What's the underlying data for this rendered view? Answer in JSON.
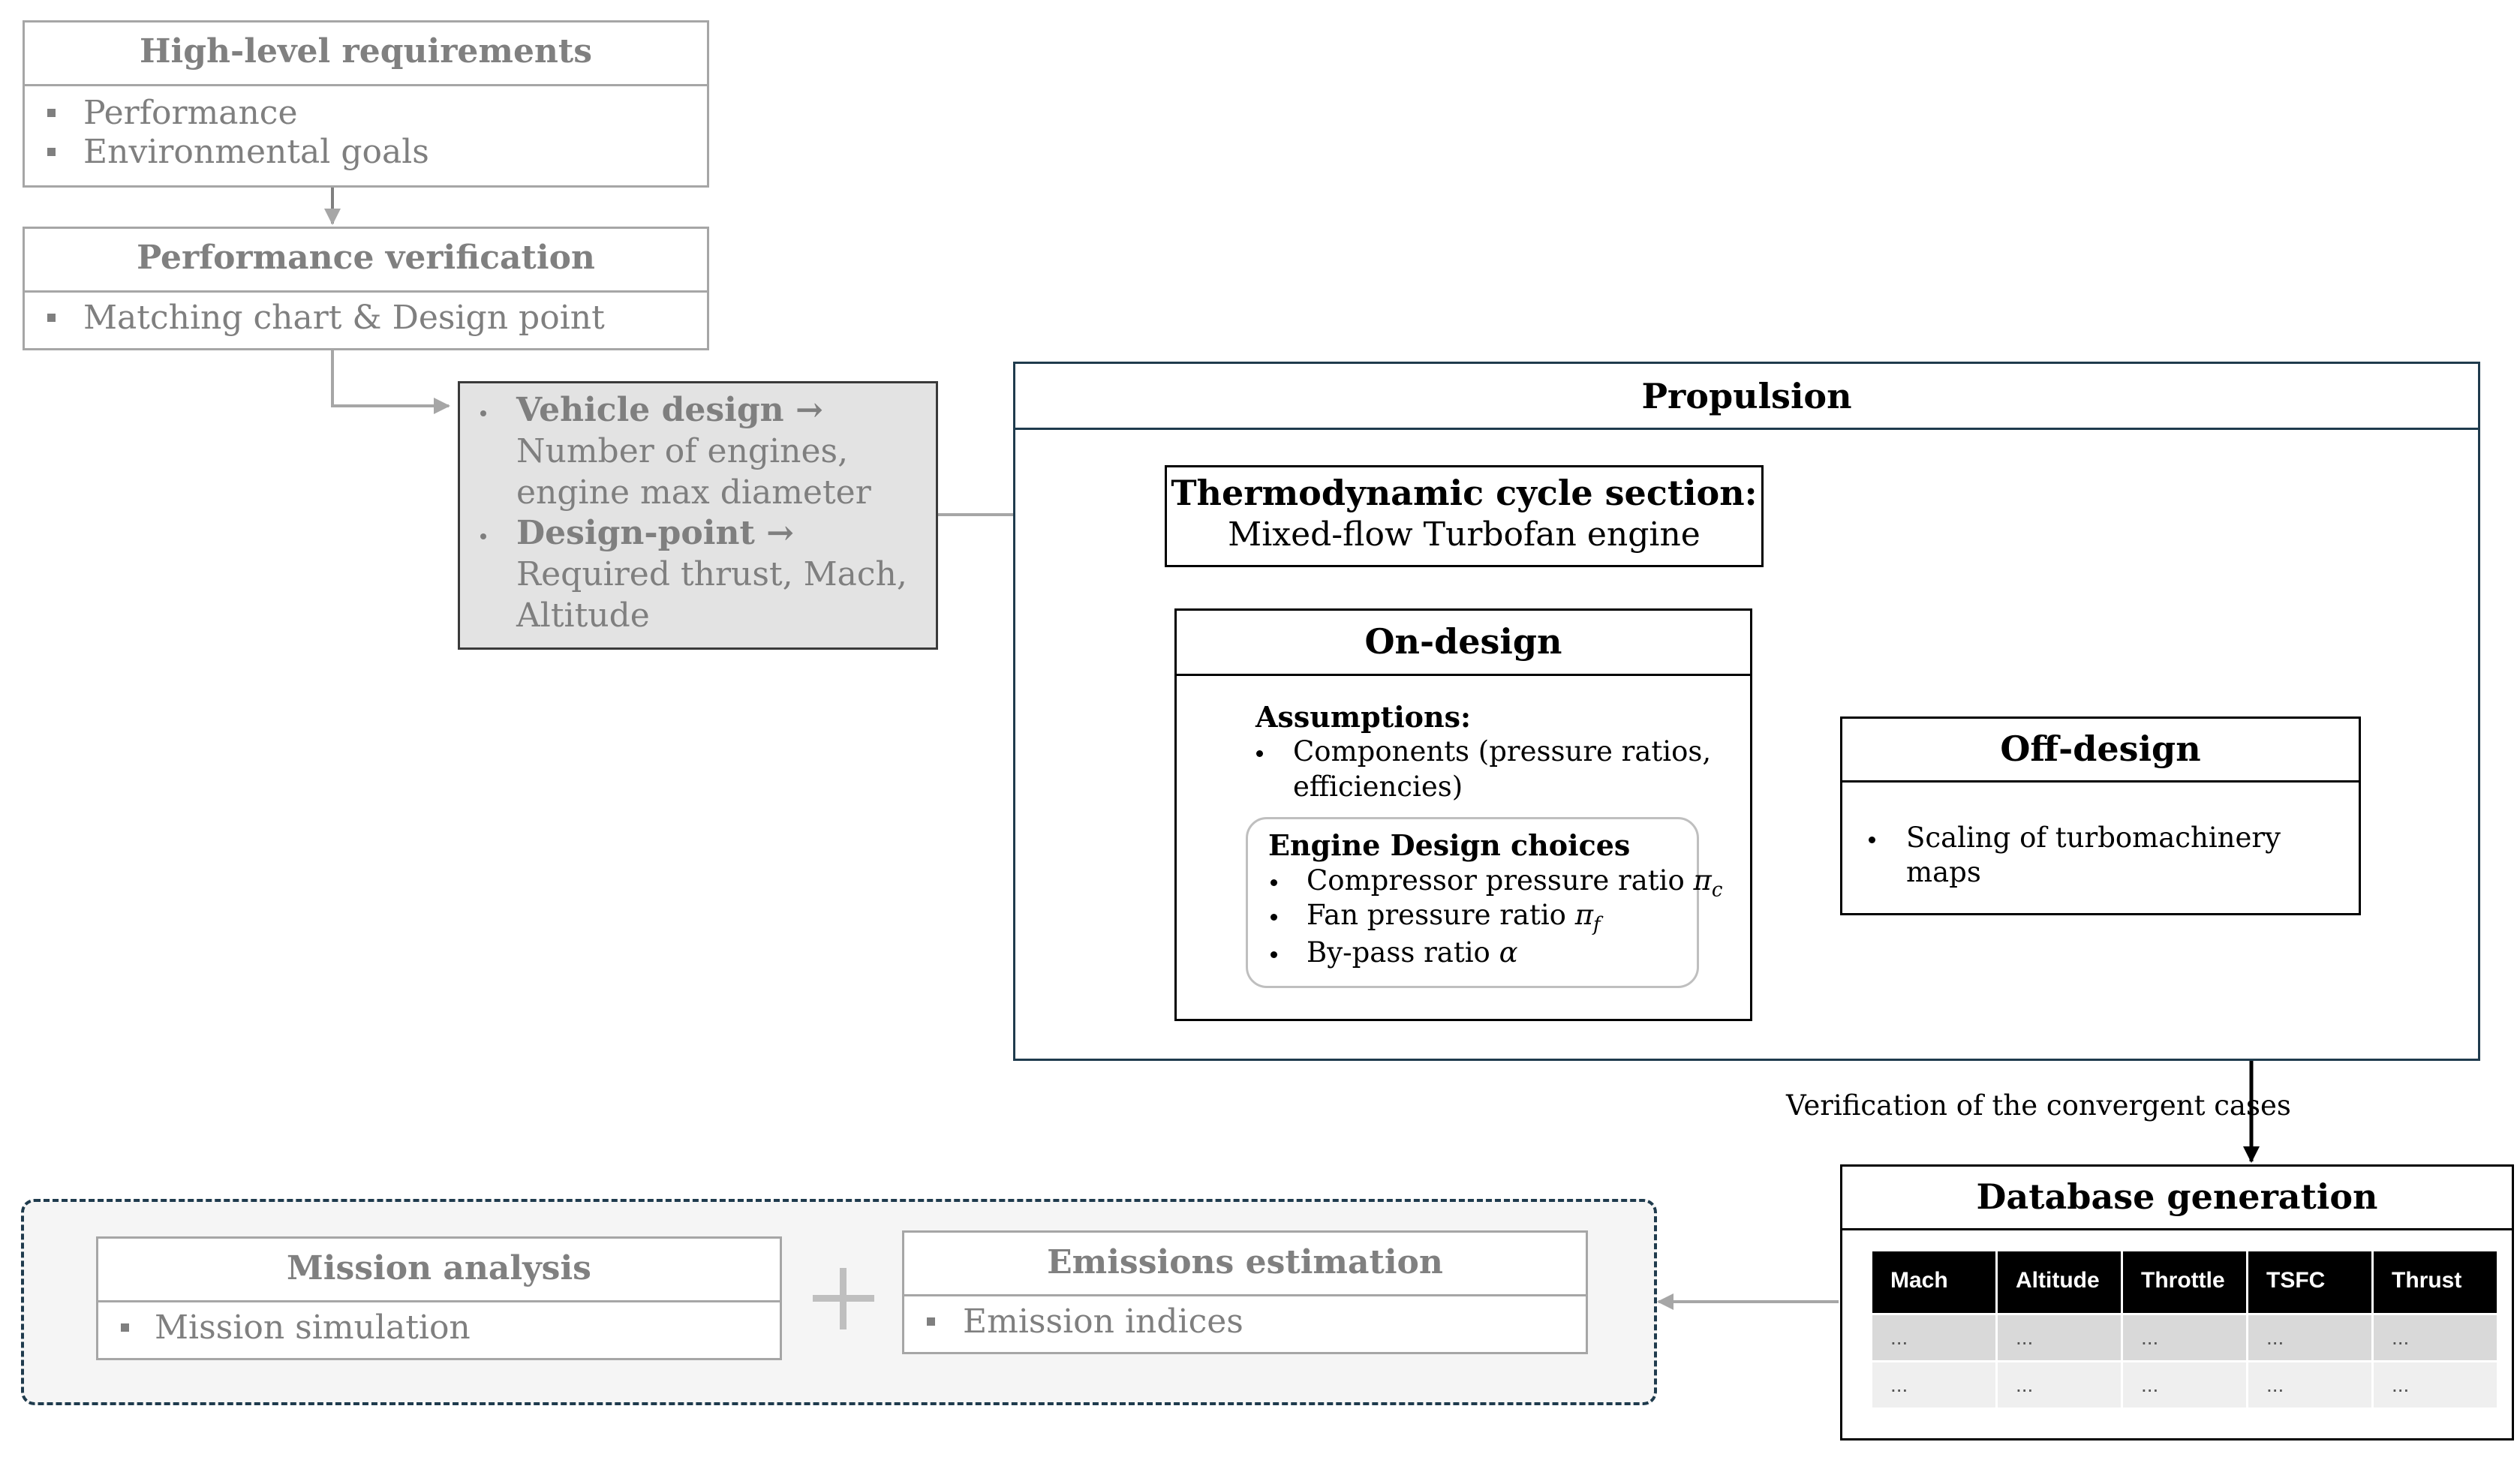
{
  "requirements": {
    "title": "High-level requirements",
    "items": [
      "Performance",
      "Environmental goals"
    ]
  },
  "verification": {
    "title": "Performance verification",
    "items": [
      "Matching chart & Design point"
    ]
  },
  "vehicle": {
    "item1_title": "Vehicle design →",
    "item1_lines": [
      "Number of engines,",
      "engine max diameter"
    ],
    "item2_title": "Design-point →",
    "item2_lines": [
      "Required thrust, Mach,",
      "Altitude"
    ]
  },
  "propulsion": {
    "title": "Propulsion",
    "thermo_title": "Thermodynamic cycle section:",
    "thermo_subtitle": "Mixed-flow Turbofan engine",
    "on_design": {
      "title": "On-design",
      "assumptions_title": "Assumptions:",
      "assumption_lines": [
        "Components (pressure ratios,",
        "efficiencies)"
      ],
      "choices_title": "Engine Design choices",
      "choices": [
        {
          "text": "Compressor pressure ratio ",
          "symbol": "π",
          "sub": "c"
        },
        {
          "text": "Fan pressure ratio ",
          "symbol": "π",
          "sub": "f"
        },
        {
          "text": "By-pass ratio ",
          "symbol": "α",
          "sub": ""
        }
      ]
    },
    "off_design": {
      "title": "Off-design",
      "lines": [
        "Scaling of turbomachinery",
        "maps"
      ]
    }
  },
  "verification_label": "Verification of the convergent cases",
  "database": {
    "title": "Database generation",
    "columns": [
      "Mach",
      "Altitude",
      "Throttle",
      "TSFC",
      "Thrust"
    ],
    "rows": [
      [
        "...",
        "...",
        "...",
        "...",
        "..."
      ],
      [
        "...",
        "...",
        "...",
        "...",
        "..."
      ]
    ]
  },
  "mission": {
    "title": "Mission analysis",
    "items": [
      "Mission simulation"
    ]
  },
  "emissions": {
    "title": "Emissions estimation",
    "items": [
      "Emission indices"
    ]
  },
  "colors": {
    "grey": "#808080",
    "vehicle_fill": "#e3e3e3",
    "dark_border": "#1f3b4d"
  }
}
